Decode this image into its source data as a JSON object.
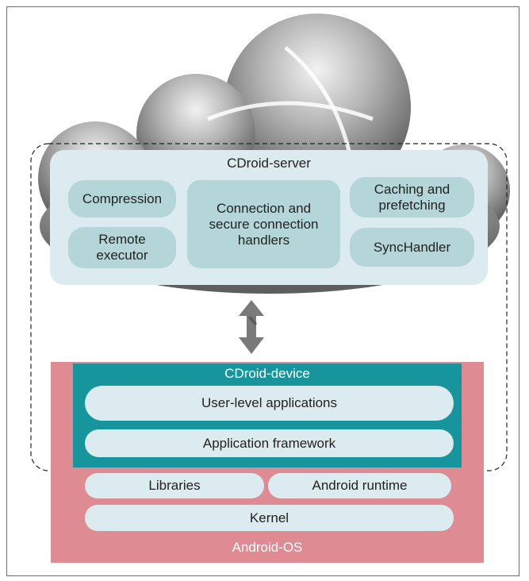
{
  "server": {
    "title": "CDroid-server",
    "compression": "Compression",
    "remote_executor": "Remote\nexecutor",
    "connection_handlers": "Connection and\nsecure connection\nhandlers",
    "caching": "Caching and\nprefetching",
    "sync_handler": "SyncHandler"
  },
  "device": {
    "title": "CDroid-device",
    "user_apps": "User-level applications",
    "app_framework": "Application framework"
  },
  "os": {
    "libraries": "Libraries",
    "android_runtime": "Android runtime",
    "kernel": "Kernel",
    "title": "Android-OS"
  },
  "colors": {
    "cloud": "#8c8c8c",
    "server_bg": "#dcebf0",
    "module_fill": "#b4d6d9",
    "device_teal": "#16969c",
    "android_pink": "#df8b93",
    "arrow_gray": "#7a7a7a"
  }
}
